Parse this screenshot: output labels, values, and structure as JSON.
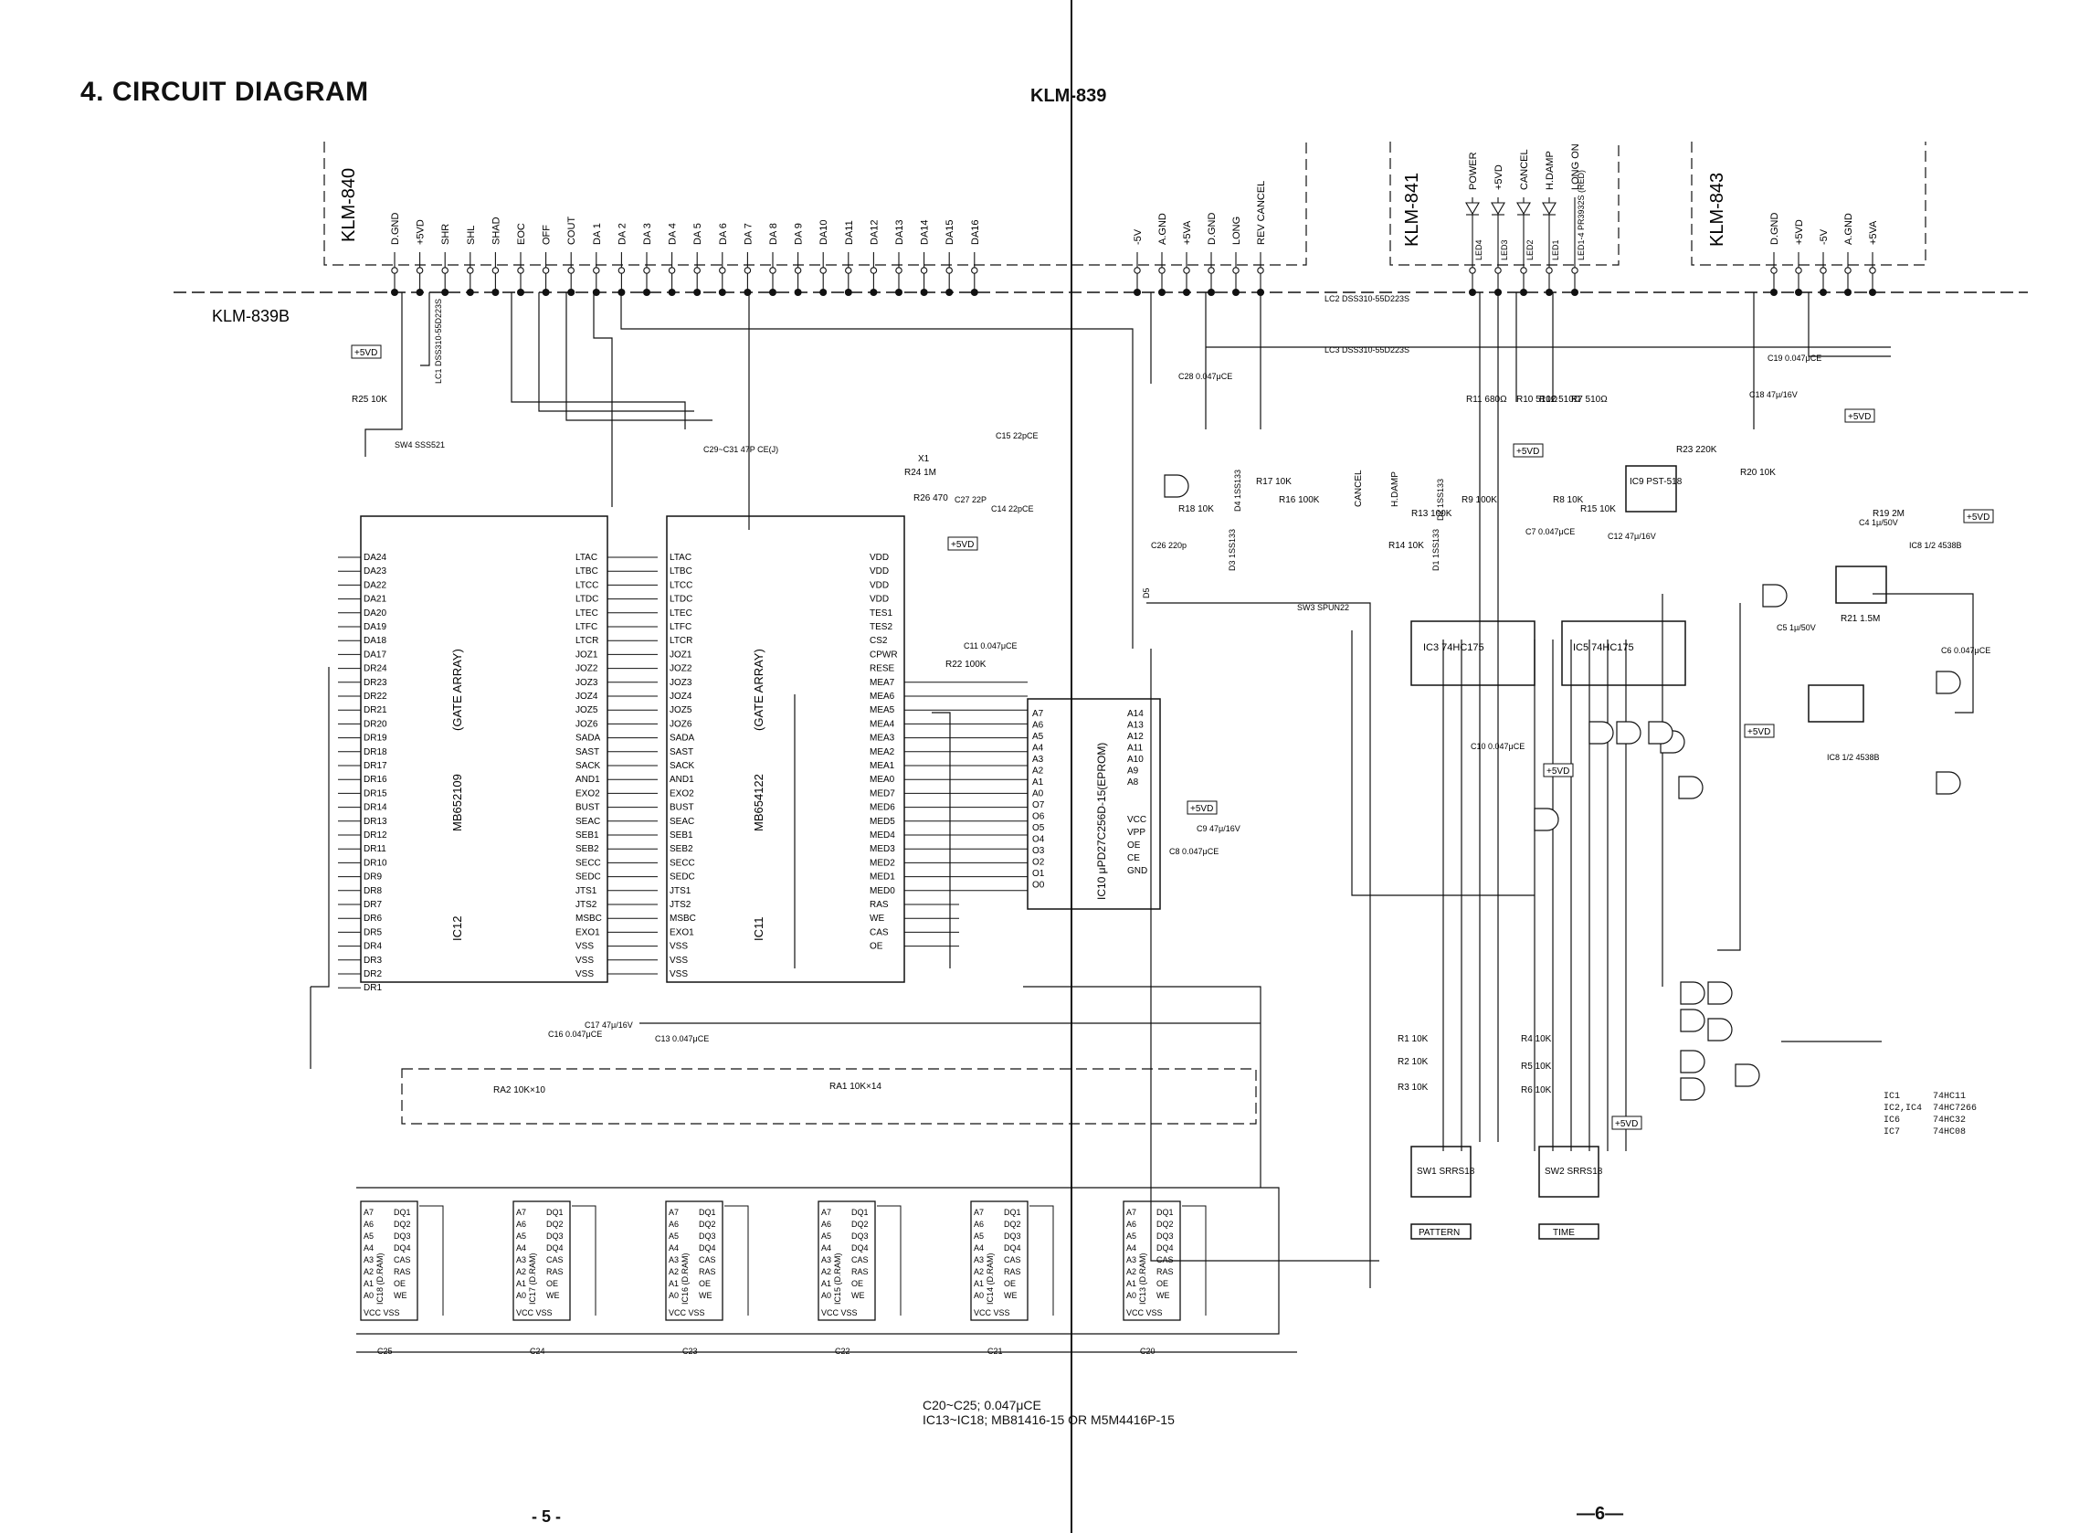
{
  "header": {
    "title": "4. CIRCUIT DIAGRAM",
    "model": "KLM-839",
    "page_left": "- 5 -",
    "page_right": "—6—"
  },
  "boards": {
    "klm840": "KLM-840",
    "klm839b": "KLM-839B",
    "klm841": "KLM-841",
    "klm843": "KLM-843"
  },
  "klm840_signals": [
    "D.GND",
    "+5VD",
    "SHR",
    "SHL",
    "SHAD",
    "EOC",
    "OFF",
    "COUT",
    "DA 1",
    "DA 2",
    "DA 3",
    "DA 4",
    "DA 5",
    "DA 6",
    "DA 7",
    "DA 8",
    "DA 9",
    "DA10",
    "DA11",
    "DA12",
    "DA13",
    "DA14",
    "DA15",
    "DA16"
  ],
  "connector_signals": [
    "-5V",
    "A.GND",
    "+5VA",
    "D.GND",
    "LONG",
    "REV CANCEL"
  ],
  "klm841_signals": [
    "POWER",
    "+5VD",
    "CANCEL",
    "H.DAMP",
    "LONG ON"
  ],
  "klm841_leds": [
    "LED4",
    "LED3",
    "LED2",
    "LED1",
    "LED1-4  PR3932S (RED)"
  ],
  "klm843_signals": [
    "D.GND",
    "+5VD",
    "-5V",
    "A.GND",
    "+5VA"
  ],
  "ic_labels": {
    "ic12": "IC12",
    "ic12_part": "MB652109",
    "ic12_type": "(GATE ARRAY)",
    "ic11": "IC11",
    "ic11_part": "MB654122",
    "ic11_type": "(GATE ARRAY)",
    "ic10": "IC10  μPD27C256D-15(EPROM)",
    "ic3": "IC3  74HC175",
    "ic5": "IC5  74HC175",
    "ic9": "IC9 PST-518",
    "ic8a": "IC8 1/2 4538B",
    "ic8b": "IC8 1/2 4538B"
  },
  "dram": [
    "IC18 (D.RAM)",
    "IC17 (D.RAM)",
    "IC16 (D.RAM)",
    "IC15 (D.RAM)",
    "IC14 (D.RAM)",
    "IC13 (D.RAM)"
  ],
  "dram_pins_left": [
    "A7",
    "A6",
    "A5",
    "A4",
    "A3",
    "A2",
    "A1",
    "A0"
  ],
  "dram_pins_right": [
    "DQ1",
    "DQ2",
    "DQ3",
    "DQ4",
    "CAS",
    "RAS",
    "OE",
    "WE"
  ],
  "ic12_pins_left": [
    "DA24",
    "DA23",
    "DA22",
    "DA21",
    "DA20",
    "DA19",
    "DA18",
    "DA17",
    "DR24",
    "DR23",
    "DR22",
    "DR21",
    "DR20",
    "DR19",
    "DR18",
    "DR17",
    "DR16",
    "DR15",
    "DR14",
    "DR13",
    "DR12",
    "DR11",
    "DR10",
    "DR9",
    "DR8",
    "DR7",
    "DR6",
    "DR5",
    "DR4",
    "DR3",
    "DR2",
    "DR1"
  ],
  "ic12_pins_right": [
    "LTAC",
    "LTBC",
    "LTCC",
    "LTDC",
    "LTEC",
    "LTFC",
    "LTCR",
    "JOZ1",
    "JOZ2",
    "JOZ3",
    "JOZ4",
    "JOZ5",
    "JOZ6",
    "SADA",
    "SAST",
    "SACK",
    "AND1",
    "EXO2",
    "BUST",
    "SEAC",
    "SEB1",
    "SEB2",
    "SECC",
    "SEDC",
    "JTS1",
    "JTS2",
    "MSBC",
    "EXO1",
    "VSS",
    "VSS",
    "VSS"
  ],
  "ic11_pins_right": [
    "VDD",
    "VDD",
    "VDD",
    "VDD",
    "TES1",
    "TES2",
    "CS2",
    "CPWR",
    "RESE",
    "MEA7",
    "MEA6",
    "MEA5",
    "MEA4",
    "MEA3",
    "MEA2",
    "MEA1",
    "MEA0",
    "MED7",
    "MED6",
    "MED5",
    "MED4",
    "MED3",
    "MED2",
    "MED1",
    "MED0",
    "RAS",
    "WE",
    "CAS",
    "OE"
  ],
  "ic10_pins": [
    "A7",
    "A6",
    "A5",
    "A4",
    "A3",
    "A2",
    "A1",
    "A0",
    "O7",
    "O6",
    "O5",
    "O4",
    "O3",
    "O2",
    "O1",
    "O0"
  ],
  "ic10_pins_right": [
    "A14",
    "A13",
    "A12",
    "A11",
    "A10",
    "A9",
    "A8",
    "VCC",
    "VPP",
    "OE",
    "CE",
    "GND"
  ],
  "resistors": [
    "R25 10K",
    "R24 1M",
    "R26 470",
    "R22 100K",
    "R23 220K",
    "R20 10K",
    "R19 2M",
    "R21 1.5M",
    "R18 10K",
    "R17 10K",
    "R16 100K",
    "R15 10K",
    "R14 10K",
    "R13 100K",
    "R11 680Ω",
    "R10 510Ω",
    "R9 100K",
    "R8 10K",
    "R7 510Ω",
    "R12 510Ω",
    "R1 10K",
    "R2 10K",
    "R3 10K",
    "R4 10K",
    "R5 10K",
    "R6 10K"
  ],
  "capacitors": [
    "C29~C31 47P CE(J)",
    "C28 0.047μCE",
    "C26 220p",
    "C27 22P",
    "C15 22pCE",
    "C14 22pCE",
    "C11 0.047μCE",
    "C4 1μ/50V",
    "C5 1μ/50V",
    "C6 0.047μCE",
    "C7 0.047μCE",
    "C12 47μ/16V",
    "C18 47μ/16V",
    "C19 0.047μCE",
    "C10 0.047μCE",
    "C9 47μ/16V",
    "C8 0.047μCE",
    "C16 0.047μCE",
    "C17 47μ/16V",
    "C13 0.047μCE"
  ],
  "switches": {
    "sw4": "SW4 SSS521",
    "sw3": "SW3 SPUN22",
    "sw1": "SW1 SRRS18",
    "sw2": "SW2 SRRS18",
    "pattern": "PATTERN",
    "time": "TIME",
    "cancel": "CANCEL",
    "hdamp": "H.DAMP"
  },
  "resistor_arrays": [
    "RA2  10K×10",
    "RA1  10K×14"
  ],
  "lc_filters": [
    "LC2  DSS310-55D223S",
    "LC3  DSS310-55D223S",
    "LC1  DSS310-55D223S"
  ],
  "xtal": "X1",
  "supply_tags": [
    "+5VD",
    "+5VD",
    "+5VD",
    "+5VD",
    "+5VD",
    "+5VD",
    "+5VD",
    "+5VD",
    "+5VD"
  ],
  "diodes": [
    "D1 1SS133",
    "D2 1SS133",
    "D3 1SS133",
    "D4 1SS133",
    "D5"
  ],
  "cap_note": [
    "C20~C25; 0.047μCE",
    "IC13~IC18; MB81416-15 OR M5M4416P-15"
  ],
  "ic_notes": [
    {
      "ic": "IC1",
      "part": "74HC11"
    },
    {
      "ic": "IC2,IC4",
      "part": "74HC7266"
    },
    {
      "ic": "IC6",
      "part": "74HC32"
    },
    {
      "ic": "IC7",
      "part": "74HC08"
    }
  ],
  "dram_caps": [
    "C25",
    "C24",
    "C23",
    "C22",
    "C21",
    "C20"
  ]
}
